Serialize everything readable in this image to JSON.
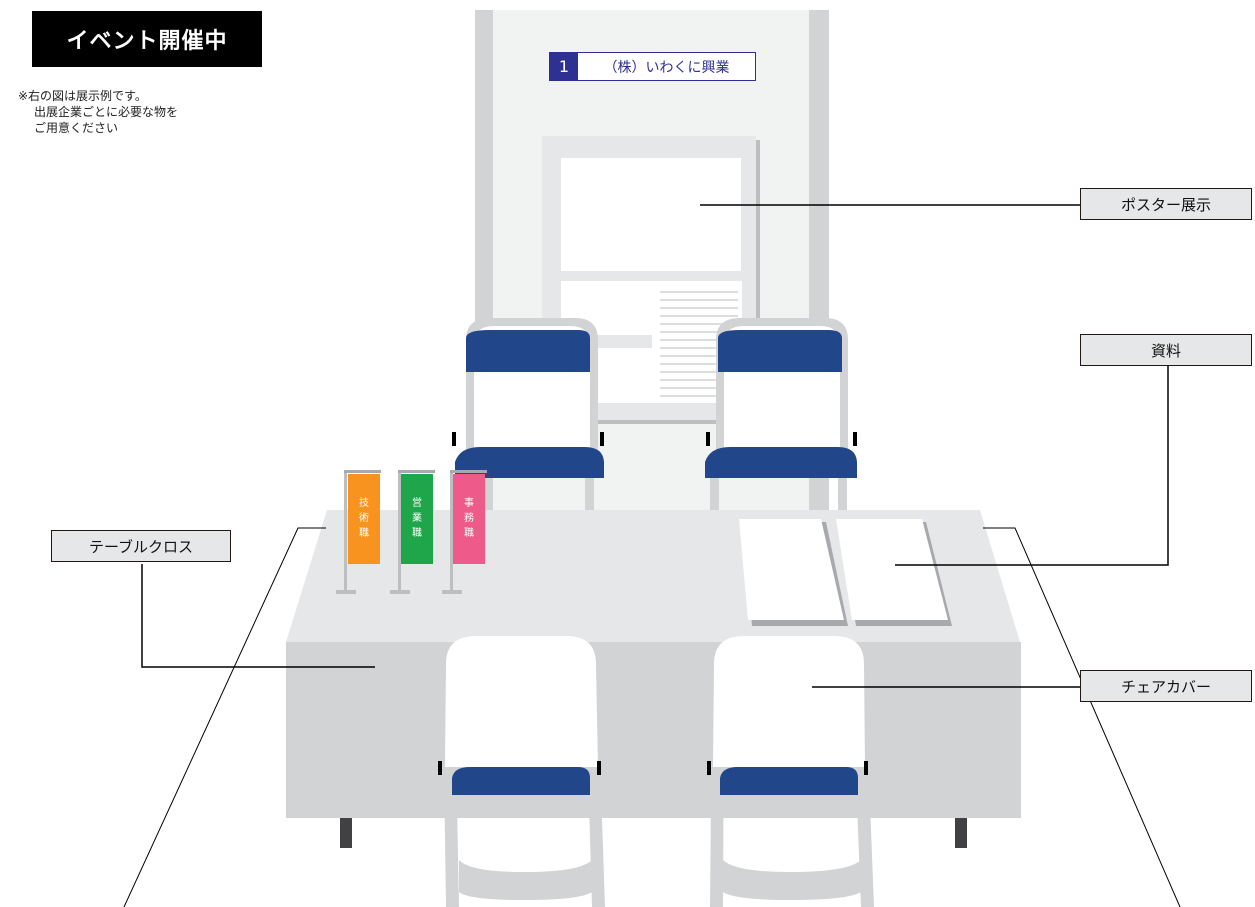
{
  "badge": {
    "label": "イベント開催中"
  },
  "note": {
    "line1": "※右の図は展示例です。",
    "line2": "出展企業ごとに必要な物を",
    "line3": "ご用意ください"
  },
  "booth_sign": {
    "number": "1",
    "company": "（株）いわくに興業"
  },
  "labels": {
    "poster": "ポスター展示",
    "materials": "資料",
    "tablecloth": "テーブルクロス",
    "chair_cover": "チェアカバー"
  },
  "flags": [
    {
      "chars": [
        "技",
        "術",
        "職"
      ],
      "color": "#f7931e"
    },
    {
      "chars": [
        "営",
        "業",
        "職"
      ],
      "color": "#1fa64a"
    },
    {
      "chars": [
        "事",
        "務",
        "職"
      ],
      "color": "#ee5a8a"
    }
  ],
  "colors": {
    "chair_seat": "#22468a",
    "panel_gray": "#cfd0d2",
    "booth_blue": "#2e3192"
  }
}
